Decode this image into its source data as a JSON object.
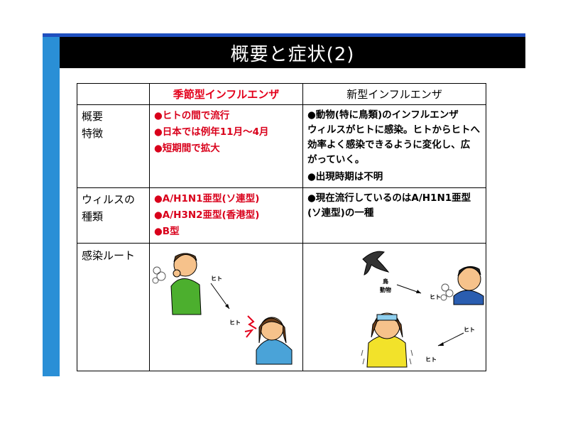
{
  "slide": {
    "title": "概要と症状(2)"
  },
  "table": {
    "header": {
      "col1": "",
      "col2": "季節型インフルエンザ",
      "col3": "新型インフルエンザ"
    },
    "rows": {
      "features": {
        "label_line1": "概要",
        "label_line2": "特徴",
        "seasonal": [
          "●ヒトの間で流行",
          "●日本では例年11月～4月",
          "●短期間で拡大"
        ],
        "novel_para": [
          "●動物(特に鳥類)のインフルエンザ",
          "ウィルスがヒトに感染。ヒトからヒトへ",
          "効率よく感染できるように変化し、広",
          "がっていく。"
        ],
        "novel_extra": "●出現時期は不明"
      },
      "virus_type": {
        "label_line1": "ウィルスの",
        "label_line2": "種類",
        "seasonal": [
          "●A/H1N1亜型(ソ連型)",
          "●A/H3N2亜型(香港型)",
          "●B型"
        ],
        "novel": [
          "●現在流行しているのはA/H1N1亜型",
          "(ソ連型)の一種"
        ]
      },
      "route": {
        "label": "感染ルート",
        "seasonal_labels": [
          "ヒト",
          "ヒト"
        ],
        "novel_labels": [
          "鳥",
          "動物",
          "ヒト",
          "ヒト",
          "ヒト"
        ]
      }
    }
  },
  "colors": {
    "accent_blue": "#2a8fd6",
    "title_bg": "#000000",
    "red_text": "#d9001b"
  }
}
